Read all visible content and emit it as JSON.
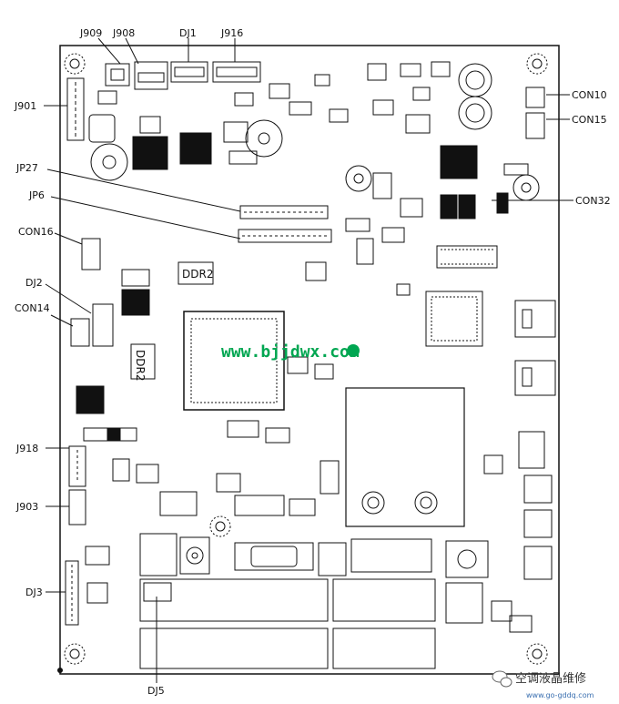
{
  "connectors": {
    "top": [
      "J909",
      "J908",
      "DJ1",
      "J916"
    ],
    "left": [
      "J901",
      "JP27",
      "JP6",
      "CON16",
      "DJ2",
      "CON14",
      "J918",
      "J903",
      "DJ3"
    ],
    "right": [
      "CON10",
      "CON15",
      "CON32"
    ],
    "bottom": [
      "DJ5"
    ]
  },
  "chips": {
    "ddr_a": "DDR2",
    "ddr_b": "DDR2"
  },
  "watermark": "www.bjjdwx.com",
  "footer": {
    "wechat_icon": "wechat-icon",
    "brand": "空调液晶维修",
    "url": "www.go-gddq.com"
  }
}
